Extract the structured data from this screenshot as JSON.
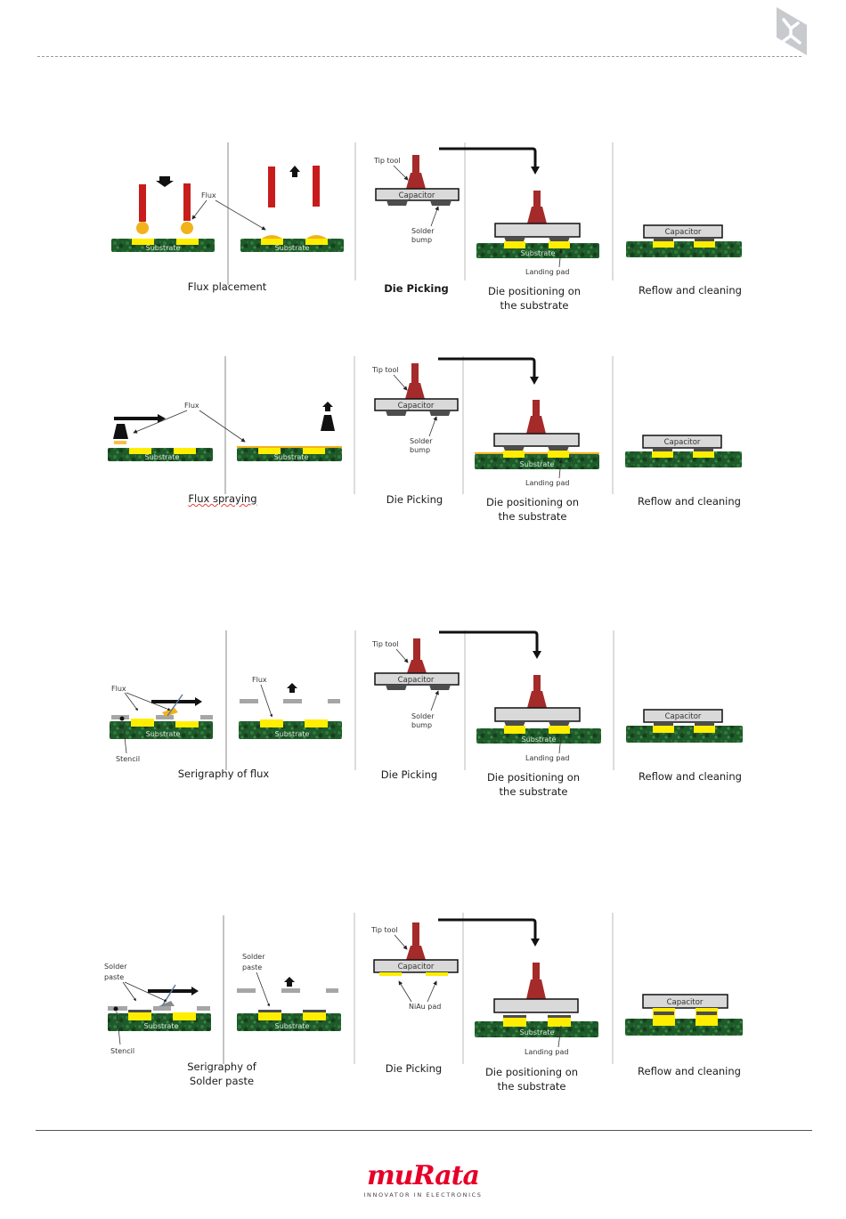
{
  "page": {
    "corner_icon": "document-tab-icon",
    "logo": {
      "word": "muRata",
      "tagline": "INNOVATOR IN ELECTRONICS",
      "color": "#e60027"
    }
  },
  "colors": {
    "substrate": "#1f5a2a",
    "pad": "#ffee00",
    "flux": "#f2b21b",
    "tool": "#a52a2a",
    "flux_pin": "#c81c1c",
    "capacitor": "#d9d9d9",
    "stencil": "#a6a6a6",
    "bump": "#4d4d4d",
    "arrow": "#111111"
  },
  "labels": {
    "substrate": "Substrate",
    "capacitor": "Capacitor",
    "tip_tool": "Tip tool",
    "solder_bump_1": "Solder",
    "solder_bump_2": "bump",
    "landing_pad": "Landing pad",
    "nia_pad": "NiAu pad",
    "flux": "Flux",
    "stencil": "Stencil",
    "solder_paste_1": "Solder",
    "solder_paste_2": "paste"
  },
  "rows": [
    {
      "method": "flux-dipping",
      "step1_caption": "Flux placement",
      "step2_caption": "Die Picking",
      "step3_caption_1": "Die positioning on",
      "step3_caption_2": "the substrate",
      "step4_caption": "Reflow and cleaning"
    },
    {
      "method": "flux-spraying",
      "step1_caption": "Flux spraying",
      "step2_caption": "Die Picking",
      "step3_caption_1": "Die positioning on",
      "step3_caption_2": "the substrate",
      "step4_caption": "Reflow and cleaning"
    },
    {
      "method": "flux-serigraphy",
      "step1_caption": "Serigraphy of flux",
      "step2_caption": "Die Picking",
      "step3_caption_1": "Die positioning on",
      "step3_caption_2": "the substrate",
      "step4_caption": "Reflow and cleaning"
    },
    {
      "method": "solder-paste-serigraphy",
      "step1_caption_1": "Serigraphy of",
      "step1_caption_2": "Solder paste",
      "step2_caption": "Die Picking",
      "step3_caption_1": "Die positioning on",
      "step3_caption_2": "the substrate",
      "step4_caption": "Reflow and cleaning"
    }
  ]
}
